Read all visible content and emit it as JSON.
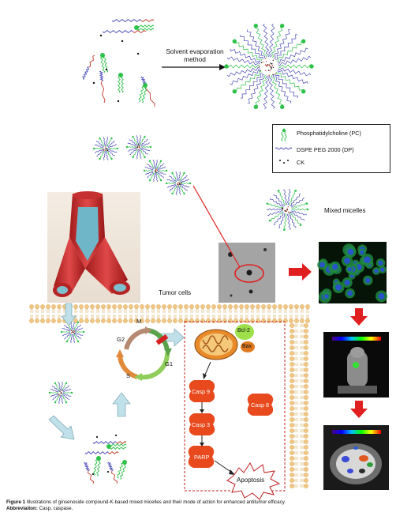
{
  "labels": {
    "method": "Solvent evaporation method",
    "mixed_micelles": "Mixed micelles",
    "tumor_cells": "Tumor cells",
    "apoptosis": "Apoptosis",
    "bcl2": "Bcl-2",
    "bax": "Bax",
    "casp9": "Casp 9",
    "casp8": "Casp 8",
    "casp3": "Casp 3",
    "parp": "PARP",
    "g2": "G2",
    "m": "M",
    "g1": "G1",
    "s": "S"
  },
  "legend": {
    "items": [
      {
        "label": "Phosphatidylcholine (PC)",
        "color": "#2ec24a"
      },
      {
        "label": "DSPE PEG 2000 (DP)",
        "color": "#4a4ab8"
      },
      {
        "label": "CK",
        "color": "#111111"
      }
    ]
  },
  "caption": {
    "figure_label": "Figure 1",
    "text": "Illustrations of ginsenoside compound-K-based mixed micelles and their mode of action for enhanced antitumor efficacy.",
    "abbrev_label": "Abbreviaiton:",
    "abbrev_text": "Casp, caspase."
  },
  "colors": {
    "pc": "#2ec24a",
    "dp": "#4a4ab8",
    "red_tail": "#c0392b",
    "membrane": "#f3c783",
    "arrow_red": "#e02020",
    "arrow_blue": "#bfe0e8",
    "casp": "#e8491d"
  }
}
